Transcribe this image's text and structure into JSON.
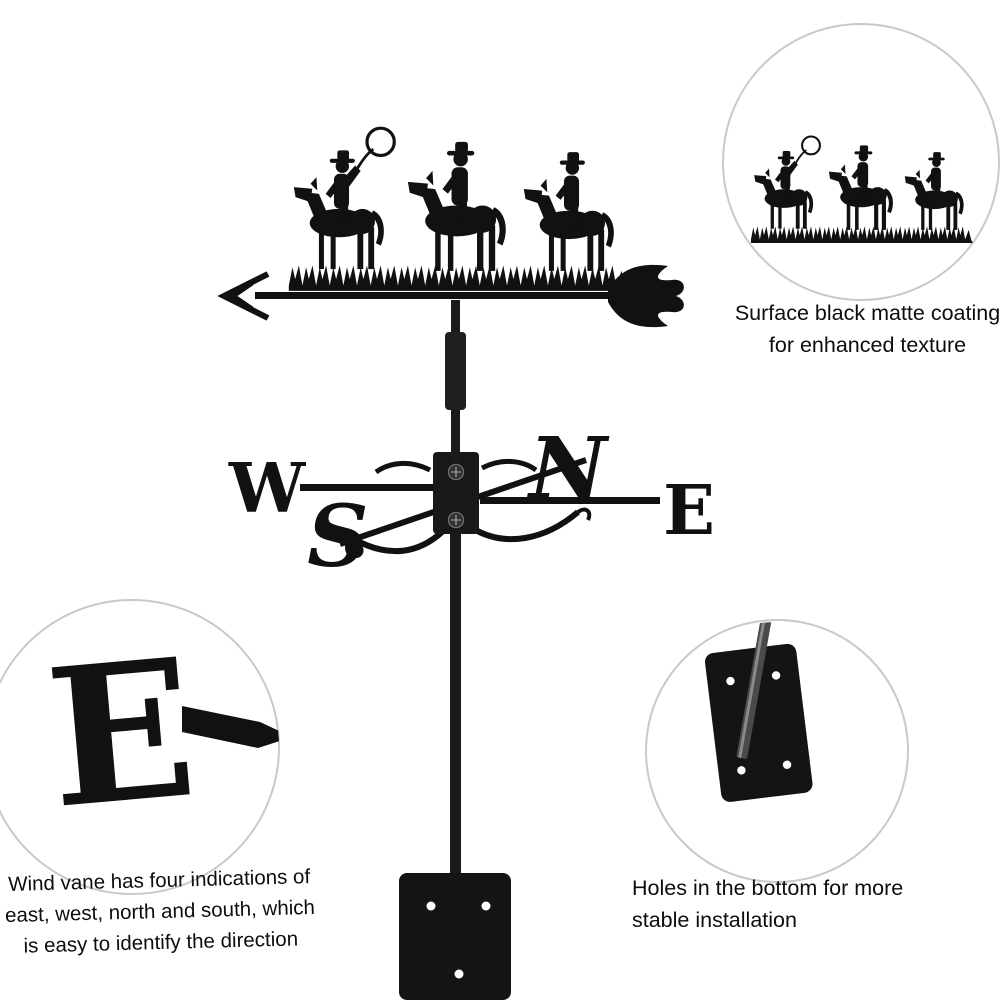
{
  "weathervane": {
    "compass": {
      "north": "N",
      "south": "S",
      "east": "E",
      "west": "W"
    }
  },
  "callouts": {
    "coating": {
      "text": "Surface black matte coating\nfor enhanced texture"
    },
    "directions": {
      "text": "Wind vane has four indications of\neast, west, north and south, which\nis easy to identify the direction"
    },
    "holes": {
      "text": "Holes in the bottom for more\n stable installation"
    },
    "detail_letter": "E"
  },
  "colors": {
    "silhouette": "#111111",
    "metal_dark": "#1a1a1a",
    "rod_gray": "#4a4a4a",
    "circle_border": "#c9c9c9",
    "background": "#ffffff"
  }
}
